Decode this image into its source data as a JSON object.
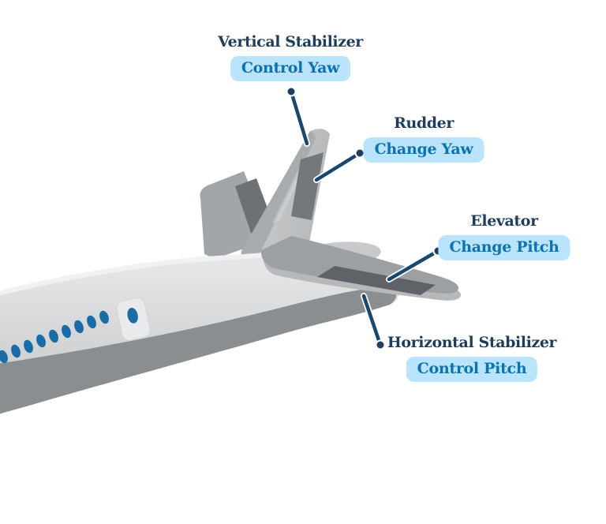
{
  "diagram": {
    "labels": [
      {
        "title": "Vertical Stabilizer",
        "badge": "Control Yaw"
      },
      {
        "title": "Rudder",
        "badge": "Change Yaw"
      },
      {
        "title": "Elevator",
        "badge": "Change Pitch"
      },
      {
        "title": "Horizontal Stabilizer",
        "badge": "Control Pitch"
      }
    ],
    "colors": {
      "heading_text": "#1e3c5c",
      "badge_background": "#b9e4fb",
      "badge_text": "#0c73af",
      "connector_line": "#18486e",
      "window_blue": "#1a6ba6",
      "fuselage_light": "#e3e4e5",
      "fuselage_shadow": "#8b8e91",
      "control_surface_dark": "#6e7174"
    }
  }
}
